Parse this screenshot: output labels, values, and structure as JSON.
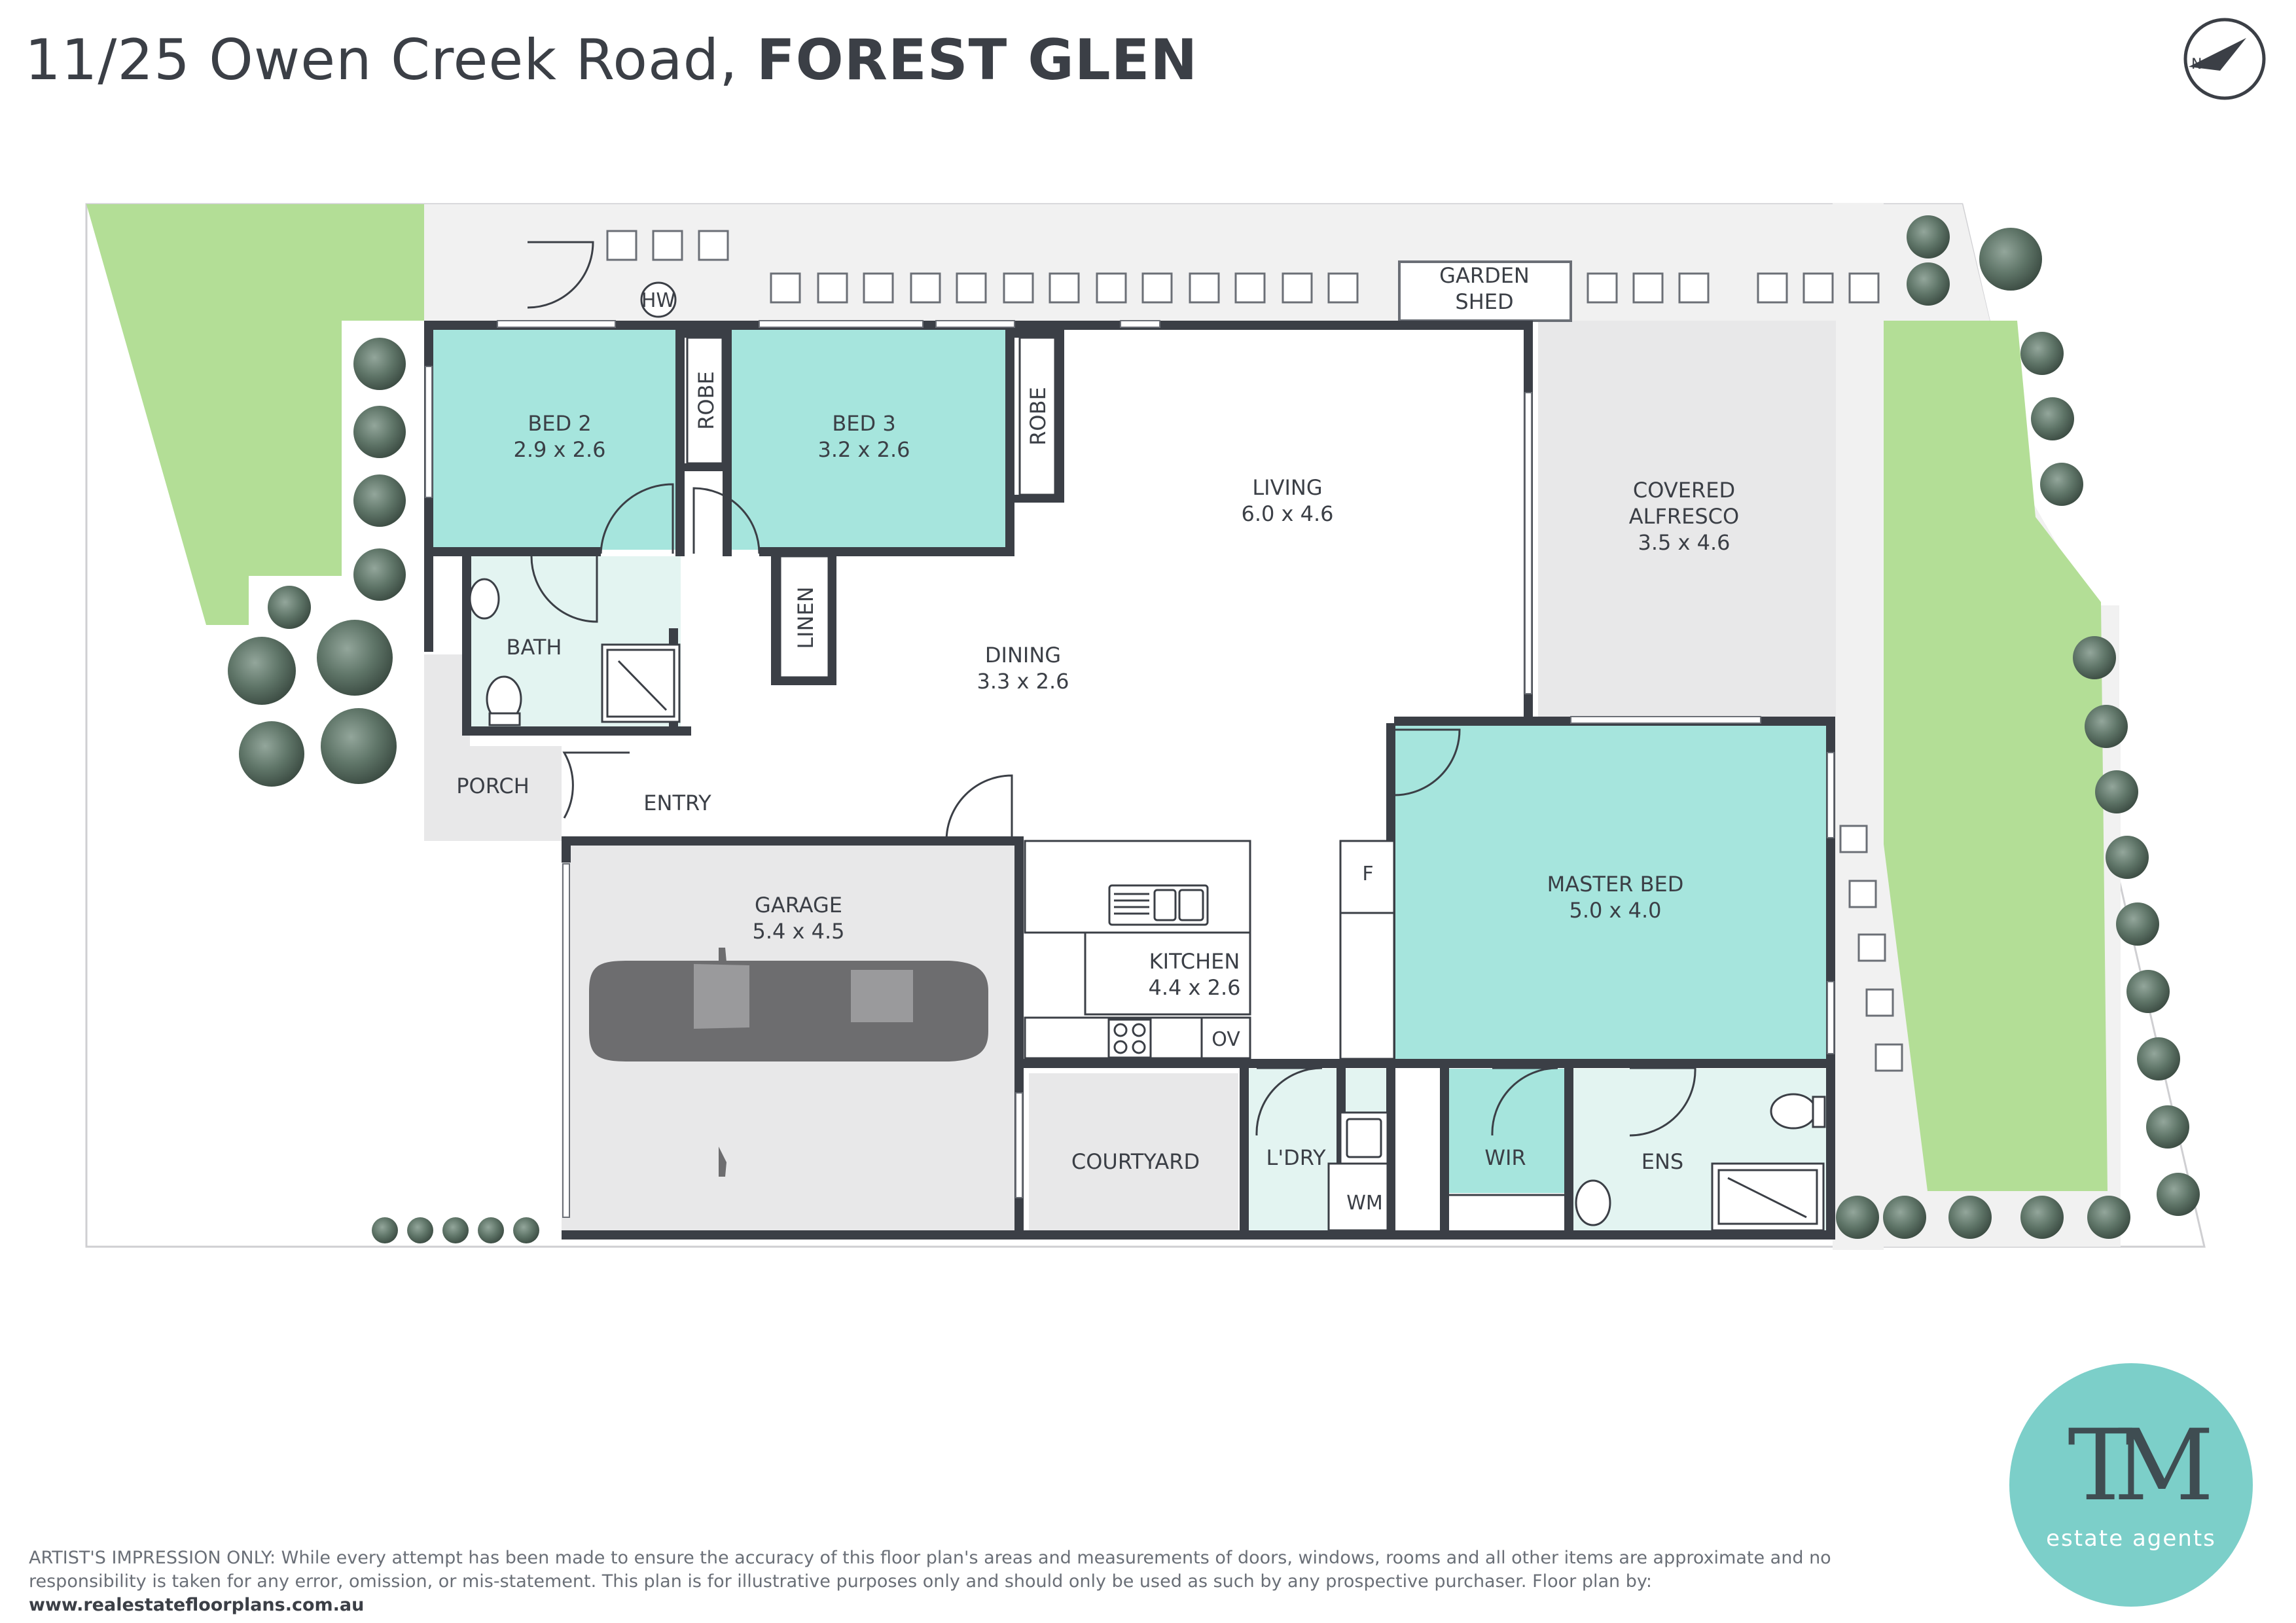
{
  "header": {
    "address": "11/25 Owen Creek Road,",
    "suburb": "FOREST GLEN"
  },
  "compass": {
    "label": "N"
  },
  "rooms": {
    "bed2": {
      "name": "BED 2",
      "size": "2.9 x 2.6"
    },
    "bed3": {
      "name": "BED 3",
      "size": "3.2 x 2.6"
    },
    "living": {
      "name": "LIVING",
      "size": "6.0 x 4.6"
    },
    "alfresco": {
      "name_line1": "COVERED",
      "name_line2": "ALFRESCO",
      "size": "3.5 x 4.6"
    },
    "dining": {
      "name": "DINING",
      "size": "3.3 x 2.6"
    },
    "garage": {
      "name": "GARAGE",
      "size": "5.4 x 4.5"
    },
    "kitchen": {
      "name": "KITCHEN",
      "size": "4.4 x 2.6"
    },
    "master": {
      "name": "MASTER BED",
      "size": "5.0 x 4.0"
    },
    "bath": {
      "name": "BATH"
    },
    "porch": {
      "name": "PORCH"
    },
    "entry": {
      "name": "ENTRY"
    },
    "courtyard": {
      "name": "COURTYARD"
    },
    "laundry": {
      "name": "L'DRY"
    },
    "wir": {
      "name": "WIR"
    },
    "ens": {
      "name": "ENS"
    },
    "linen": {
      "name": "LINEN"
    },
    "robe": {
      "name": "ROBE"
    },
    "shed": {
      "name_line1": "GARDEN",
      "name_line2": "SHED"
    }
  },
  "fixtures": {
    "hot_water": "HW",
    "fridge": "F",
    "oven": "OV",
    "washing_machine": "WM"
  },
  "colors": {
    "bedroom": "#a6e5dd",
    "wet": "#e4f4f2",
    "grey": "#e9e9ea",
    "lawn": "#b3de96",
    "wall": "#3b3f46",
    "paving": "#f3f3f3",
    "tree": "#5a7064"
  },
  "disclaimer": {
    "text": "ARTIST'S IMPRESSION ONLY: While every attempt has been made to ensure the accuracy of this floor plan's areas and measurements of doors, windows, rooms and all other items are approximate and no responsibility is taken for any error, omission, or mis-statement. This plan is for illustrative purposes only and should only be used as such by any prospective purchaser. Floor plan by:",
    "url": "www.realestatefloorplans.com.au"
  },
  "logo": {
    "monogram": "TM",
    "tagline": "estate agents"
  }
}
